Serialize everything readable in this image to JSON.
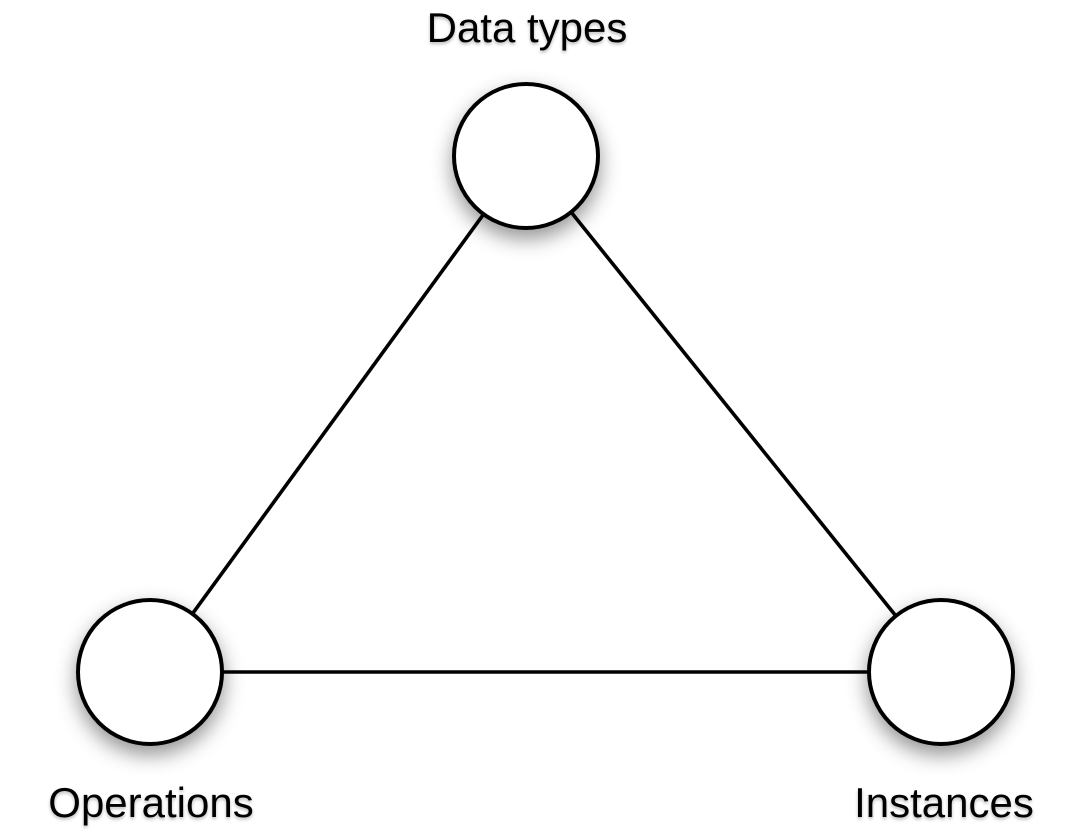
{
  "diagram": {
    "type": "graph",
    "description": "Triangle diagram of three connected concept nodes",
    "nodes": [
      {
        "id": "data-types",
        "label": "Data types",
        "position": "top"
      },
      {
        "id": "operations",
        "label": "Operations",
        "position": "bottom-left"
      },
      {
        "id": "instances",
        "label": "Instances",
        "position": "bottom-right"
      }
    ],
    "edges": [
      {
        "from": "data-types",
        "to": "operations"
      },
      {
        "from": "data-types",
        "to": "instances"
      },
      {
        "from": "operations",
        "to": "instances"
      }
    ],
    "colors": {
      "background": "#ffffff",
      "node_fill": "#ffffff",
      "node_stroke": "#000000",
      "edge_stroke": "#000000",
      "label_text": "#000000"
    }
  }
}
